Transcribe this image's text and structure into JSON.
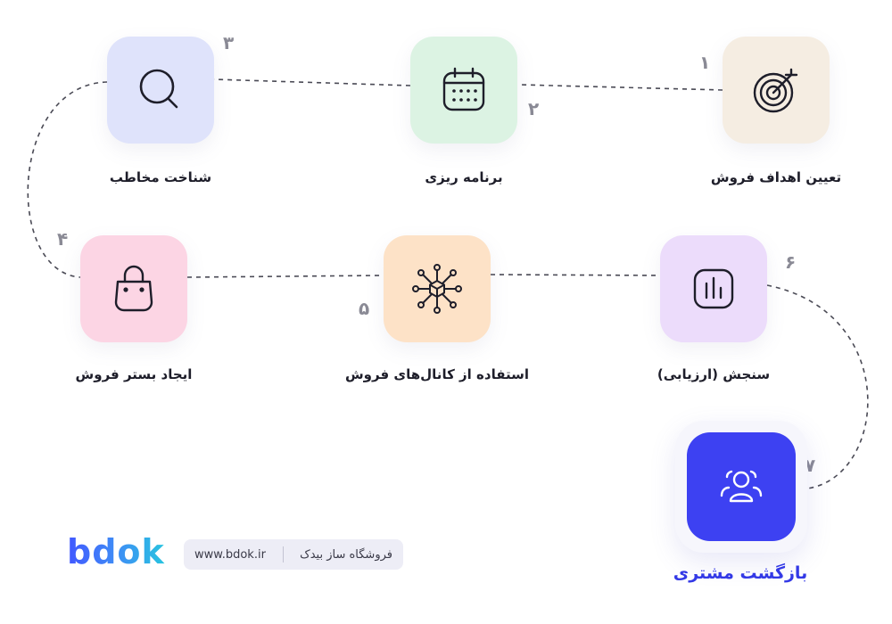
{
  "steps": [
    {
      "number": "۱",
      "label": "تعیین اهداف فروش",
      "icon": "target-icon",
      "color": "#f5ede2"
    },
    {
      "number": "۲",
      "label": "برنامه ریزی",
      "icon": "calendar-icon",
      "color": "#dcf3e3"
    },
    {
      "number": "۳",
      "label": "شناخت مخاطب",
      "icon": "search-icon",
      "color": "#dfe3fb"
    },
    {
      "number": "۴",
      "label": "ایجاد بستر فروش",
      "icon": "shopping-bag-icon",
      "color": "#fcd5e4"
    },
    {
      "number": "۵",
      "label": "استفاده از کانال‌های فروش",
      "icon": "channels-network-icon",
      "color": "#fde2c7"
    },
    {
      "number": "۶",
      "label": "سنجش (ارزیابی)",
      "icon": "bar-chart-icon",
      "color": "#ecdcfb"
    },
    {
      "number": "۷",
      "label": "بازگشت مشتری",
      "icon": "customers-icon",
      "color": "#3d41f2"
    }
  ],
  "footer": {
    "logo": "bdok",
    "url": "www.bdok.ir",
    "name": "فروشگاه ساز بیدک"
  }
}
